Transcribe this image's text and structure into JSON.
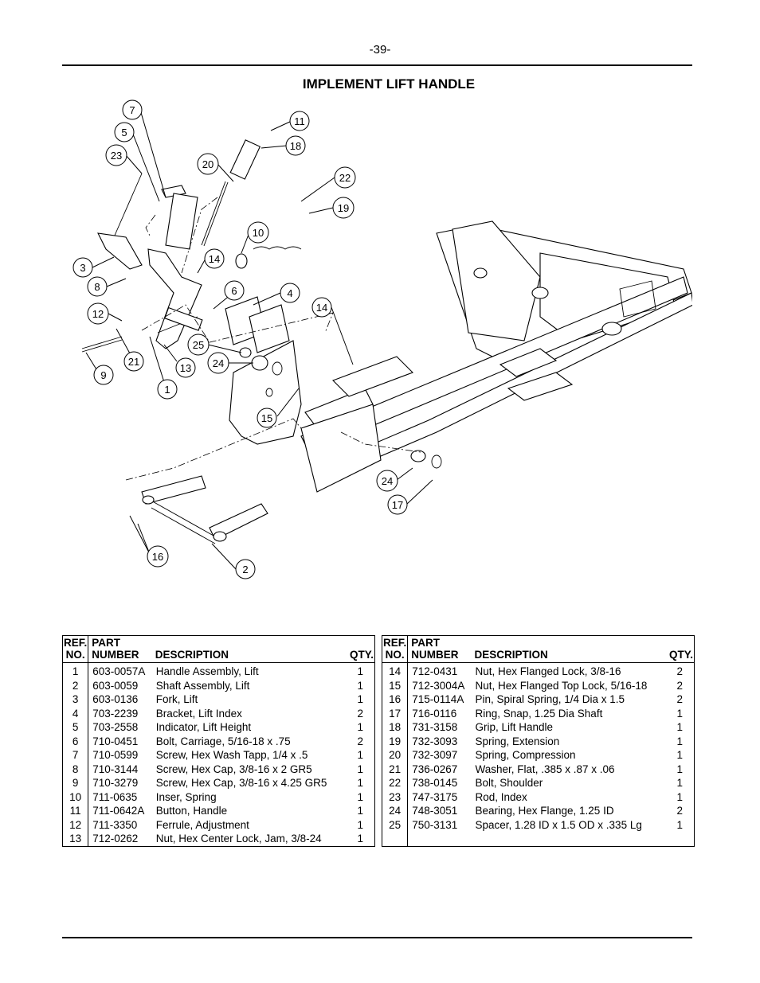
{
  "page": {
    "number": "-39-"
  },
  "title": "IMPLEMENT LIFT HANDLE",
  "diagram": {
    "callouts": [
      "7",
      "5",
      "23",
      "11",
      "18",
      "20",
      "22",
      "19",
      "10",
      "14",
      "3",
      "8",
      "6",
      "4",
      "12",
      "14",
      "25",
      "24",
      "9",
      "21",
      "13",
      "1",
      "15",
      "24",
      "17",
      "16",
      "2"
    ]
  },
  "table": {
    "headers": {
      "ref_line1": "REF.",
      "ref_line2": "NO.",
      "part_line1": "PART",
      "part_line2": "NUMBER",
      "description": "DESCRIPTION",
      "qty": "QTY."
    },
    "left_rows": [
      {
        "ref": "1",
        "part": "603-0057A",
        "desc": "Handle Assembly, Lift",
        "qty": "1"
      },
      {
        "ref": "2",
        "part": "603-0059",
        "desc": "Shaft Assembly, Lift",
        "qty": "1"
      },
      {
        "ref": "3",
        "part": "603-0136",
        "desc": "Fork, Lift",
        "qty": "1"
      },
      {
        "ref": "4",
        "part": "703-2239",
        "desc": "Bracket, Lift Index",
        "qty": "2"
      },
      {
        "ref": "5",
        "part": "703-2558",
        "desc": "Indicator, Lift Height",
        "qty": "1"
      },
      {
        "ref": "6",
        "part": "710-0451",
        "desc": "Bolt, Carriage, 5/16-18 x .75",
        "qty": "2"
      },
      {
        "ref": "7",
        "part": "710-0599",
        "desc": "Screw, Hex Wash Tapp, 1/4 x .5",
        "qty": "1"
      },
      {
        "ref": "8",
        "part": "710-3144",
        "desc": "Screw, Hex Cap, 3/8-16 x 2 GR5",
        "qty": "1"
      },
      {
        "ref": "9",
        "part": "710-3279",
        "desc": "Screw, Hex Cap, 3/8-16 x 4.25 GR5",
        "qty": "1"
      },
      {
        "ref": "10",
        "part": "711-0635",
        "desc": "Inser, Spring",
        "qty": "1"
      },
      {
        "ref": "11",
        "part": "711-0642A",
        "desc": "Button, Handle",
        "qty": "1"
      },
      {
        "ref": "12",
        "part": "711-3350",
        "desc": "Ferrule, Adjustment",
        "qty": "1"
      },
      {
        "ref": "13",
        "part": "712-0262",
        "desc": "Nut, Hex Center Lock, Jam, 3/8-24",
        "qty": "1"
      }
    ],
    "right_rows": [
      {
        "ref": "14",
        "part": "712-0431",
        "desc": "Nut, Hex Flanged Lock, 3/8-16",
        "qty": "2"
      },
      {
        "ref": "15",
        "part": "712-3004A",
        "desc": "Nut, Hex Flanged Top Lock, 5/16-18",
        "qty": "2"
      },
      {
        "ref": "16",
        "part": "715-0114A",
        "desc": "Pin, Spiral Spring, 1/4 Dia x 1.5",
        "qty": "2"
      },
      {
        "ref": "17",
        "part": "716-0116",
        "desc": "Ring, Snap, 1.25 Dia Shaft",
        "qty": "1"
      },
      {
        "ref": "18",
        "part": "731-3158",
        "desc": "Grip, Lift Handle",
        "qty": "1"
      },
      {
        "ref": "19",
        "part": "732-3093",
        "desc": "Spring, Extension",
        "qty": "1"
      },
      {
        "ref": "20",
        "part": "732-3097",
        "desc": "Spring, Compression",
        "qty": "1"
      },
      {
        "ref": "21",
        "part": "736-0267",
        "desc": "Washer, Flat, .385 x .87 x .06",
        "qty": "1"
      },
      {
        "ref": "22",
        "part": "738-0145",
        "desc": "Bolt, Shoulder",
        "qty": "1"
      },
      {
        "ref": "23",
        "part": "747-3175",
        "desc": "Rod, Index",
        "qty": "1"
      },
      {
        "ref": "24",
        "part": "748-3051",
        "desc": "Bearing, Hex Flange, 1.25 ID",
        "qty": "2"
      },
      {
        "ref": "25",
        "part": "750-3131",
        "desc": "Spacer, 1.28 ID x 1.5 OD x .335 Lg",
        "qty": "1"
      }
    ]
  }
}
